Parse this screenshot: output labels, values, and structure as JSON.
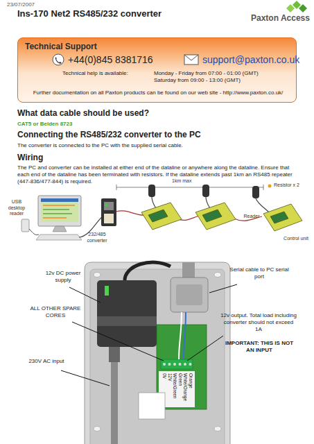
{
  "diagram": {
    "title": "Ins-170 Net2 RS485/232 converter",
    "nodes": [
      {
        "text": [
          "Technical Support",
          "+44(0)845 8381716",
          "support@paxton.co.uk",
          "Technical help is available:",
          "Monday - Friday from 07:00 - 01:00 (GMT)",
          "Saturday from 09:00 - 13:00 (GMT)",
          "Further documentation on all Paxton products can be found on our web site - http://www.paxton.co.uk/"
        ]
      }
    ],
    "labels": [
      "23/07/2007",
      "Paxton Access",
      "What data cable should be used?",
      "CAT5 or Belden 8723",
      "Connecting the RS485/232 converter to the PC",
      "The converter is connected to the PC with the supplied serial cable.",
      "Wiring",
      "The PC and converter can be installed at either end of the dataline or anywhere along the dataline. Ensure that each end of the dataline has been terminated with resistors. If the dataline extends past 1km an RS485 repeater (447-836/477-844) is required.",
      "1km max",
      "Resistor x 2",
      "USB desktop reader",
      "232/485 converter",
      "Reader",
      "Control unit",
      "12v DC power supply",
      "Serial cable to PC serial port",
      "ALL OTHER SPARE CORES",
      "12v output. Total load including converter should not exceed 1A",
      "IMPORTANT: THIS IS NOT AN INPUT",
      "230V AC input",
      "0V",
      "12V",
      "White/Green",
      "Green",
      "White/Orange",
      "Orange"
    ]
  }
}
